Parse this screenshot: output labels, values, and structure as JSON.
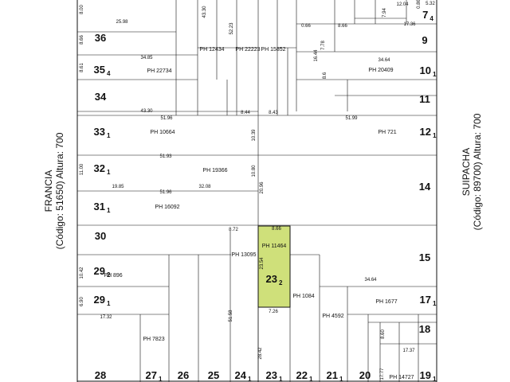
{
  "streets": {
    "left": {
      "name": "FRANCIA",
      "code": "(Código: 51650) Altura: 700"
    },
    "right": {
      "name": "SUIPACHA",
      "code": "(Código: 89700) Altura: 700"
    }
  },
  "colors": {
    "highlight": "#cfe07a",
    "lines": "#111111",
    "background": "#ffffff"
  },
  "lots": [
    {
      "id": "lot-36",
      "label": "36"
    },
    {
      "id": "lot-35-4",
      "label": "35",
      "sub": "4"
    },
    {
      "id": "lot-34",
      "label": "34"
    },
    {
      "id": "lot-33-1",
      "label": "33",
      "sub": "1"
    },
    {
      "id": "lot-32-1",
      "label": "32",
      "sub": "1"
    },
    {
      "id": "lot-31-1",
      "label": "31",
      "sub": "1"
    },
    {
      "id": "lot-30",
      "label": "30"
    },
    {
      "id": "lot-29-2",
      "label": "29",
      "sub": "2"
    },
    {
      "id": "lot-29-1",
      "label": "29",
      "sub": "1"
    },
    {
      "id": "lot-28",
      "label": "28"
    },
    {
      "id": "lot-27-1",
      "label": "27",
      "sub": "1"
    },
    {
      "id": "lot-26",
      "label": "26"
    },
    {
      "id": "lot-25",
      "label": "25"
    },
    {
      "id": "lot-24-1",
      "label": "24",
      "sub": "1"
    },
    {
      "id": "lot-23-1",
      "label": "23",
      "sub": "1"
    },
    {
      "id": "lot-23-2",
      "label": "23",
      "sub": "2"
    },
    {
      "id": "lot-22-1",
      "label": "22",
      "sub": "1"
    },
    {
      "id": "lot-21-1",
      "label": "21",
      "sub": "1"
    },
    {
      "id": "lot-20",
      "label": "20"
    },
    {
      "id": "lot-19-1",
      "label": "19",
      "sub": "1"
    },
    {
      "id": "lot-18",
      "label": "18"
    },
    {
      "id": "lot-17-1",
      "label": "17",
      "sub": "1"
    },
    {
      "id": "lot-15",
      "label": "15"
    },
    {
      "id": "lot-14",
      "label": "14"
    },
    {
      "id": "lot-12-1",
      "label": "12",
      "sub": "1"
    },
    {
      "id": "lot-11",
      "label": "11"
    },
    {
      "id": "lot-10-1",
      "label": "10",
      "sub": "1"
    },
    {
      "id": "lot-9",
      "label": "9"
    },
    {
      "id": "lot-7-4",
      "label": "7",
      "sub": "4"
    }
  ],
  "ph_labels": [
    "PH 12434",
    "PH 22223",
    "PH 15852",
    "PH 22734",
    "PH 20409",
    "PH 10664",
    "PH 721",
    "PH 19366",
    "PH 16092",
    "PH 13095",
    "PH 11464",
    "PH 896",
    "PH 1084",
    "PH 1677",
    "PH 4592",
    "PH 7823",
    "PH 14727"
  ],
  "dims": [
    "25.98",
    "8.00",
    "8.66",
    "43.30",
    "52.23",
    "34.85",
    "8.61",
    "0.66",
    "16.44",
    "7.78",
    "8.6",
    "8.66",
    "12.04",
    "7.94",
    "5.32",
    "17.36",
    "34.64",
    "43.30",
    "51.96",
    "8.44",
    "8.43",
    "51.99",
    "10.39",
    "51.93",
    "10.80",
    "20.96",
    "11.00",
    "19.85",
    "32.08",
    "51.96",
    "8.72",
    "23.54",
    "8.66",
    "10.42",
    "6.90",
    "17.32",
    "51.58",
    "7.26",
    "28.42",
    "34.64",
    "8.60",
    "17.37",
    "17.77",
    "0.86"
  ]
}
